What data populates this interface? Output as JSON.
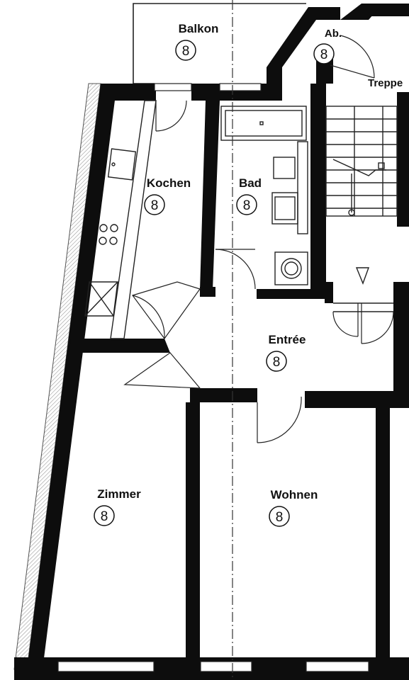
{
  "rooms": {
    "balkon": {
      "label": "Balkon",
      "badge": "8"
    },
    "ab": {
      "label": "Ab.",
      "badge": "8"
    },
    "treppe": {
      "label": "Treppe"
    },
    "kochen": {
      "label": "Kochen",
      "badge": "8"
    },
    "bad": {
      "label": "Bad",
      "badge": "8"
    },
    "entree": {
      "label": "Entrée",
      "badge": "8"
    },
    "zimmer": {
      "label": "Zimmer",
      "badge": "8"
    },
    "wohnen": {
      "label": "Wohnen",
      "badge": "8"
    }
  },
  "colors": {
    "wall": "#0d0d0d",
    "line": "#222222",
    "hatch": "#b0b0b0"
  }
}
